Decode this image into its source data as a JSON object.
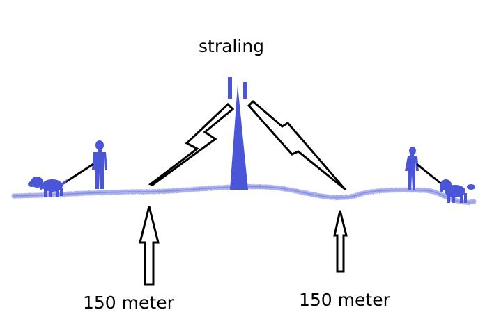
{
  "diagram": {
    "title": "straling",
    "distance_left": "150 meter",
    "distance_right": "150 meter"
  },
  "colors": {
    "figure": "#4b55d8",
    "ground": "#a9aee8",
    "ground_dark": "#6f78dc",
    "outline": "#000000",
    "background": "#ffffff"
  },
  "icons": {
    "antenna": "antenna-tower-icon",
    "bolt": "lightning-bolt-icon",
    "person": "person-icon",
    "dog": "dog-icon",
    "arrow": "up-arrow-icon"
  }
}
